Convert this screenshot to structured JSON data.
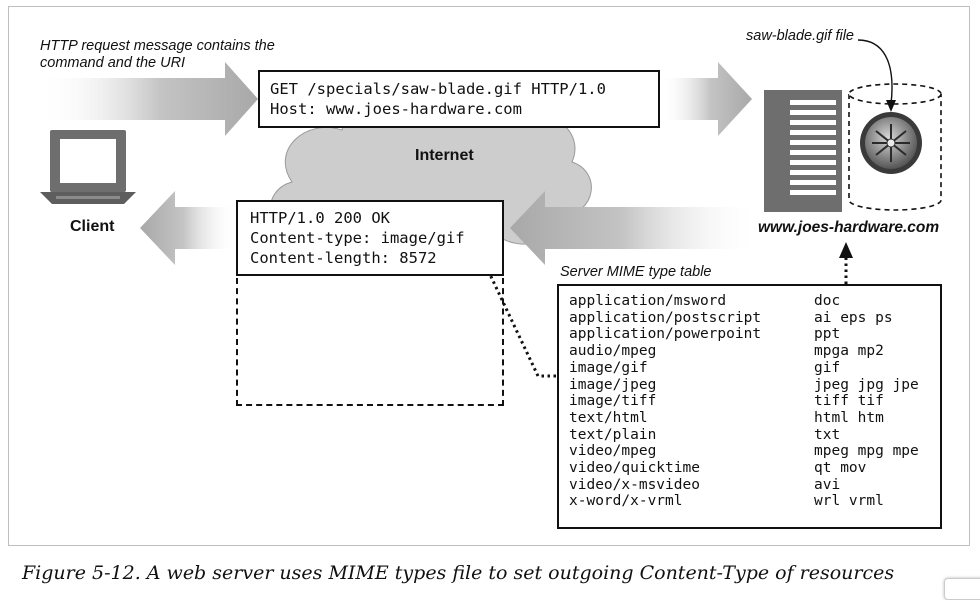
{
  "request": {
    "note": "HTTP request message contains the command and the URI",
    "lines": [
      "GET /specials/saw-blade.gif HTTP/1.0",
      "Host: www.joes-hardware.com"
    ]
  },
  "response": {
    "lines": [
      "HTTP/1.0 200 OK",
      "Content-type: image/gif",
      "Content-length: 8572"
    ]
  },
  "labels": {
    "client": "Client",
    "internet": "Internet",
    "server": "www.joes-hardware.com",
    "file": "saw-blade.gif file",
    "mime_table_title": "Server MIME type table"
  },
  "mime_table": [
    {
      "type": "application/msword",
      "ext": "doc"
    },
    {
      "type": "application/postscript",
      "ext": "ai eps ps"
    },
    {
      "type": "application/powerpoint",
      "ext": "ppt"
    },
    {
      "type": "audio/mpeg",
      "ext": "mpga mp2"
    },
    {
      "type": "image/gif",
      "ext": "gif"
    },
    {
      "type": "image/jpeg",
      "ext": "jpeg jpg jpe"
    },
    {
      "type": "image/tiff",
      "ext": "tiff tif"
    },
    {
      "type": "text/html",
      "ext": "html htm"
    },
    {
      "type": "text/plain",
      "ext": "txt"
    },
    {
      "type": "video/mpeg",
      "ext": "mpeg mpg mpe"
    },
    {
      "type": "video/quicktime",
      "ext": "qt mov"
    },
    {
      "type": "video/x-msvideo",
      "ext": "avi"
    },
    {
      "type": "x-word/x-vrml",
      "ext": "wrl vrml"
    }
  ],
  "caption": "Figure 5-12. A web server uses MIME types file to set outgoing Content-Type of resources",
  "colors": {
    "arrow": "#b8b8b8",
    "cloud": "#cfcfcf",
    "server": "#6e6e6e",
    "ink": "#111111"
  },
  "icons": [
    "computer-icon",
    "server-icon",
    "database-cylinder-icon",
    "saw-blade-icon",
    "cloud-icon"
  ]
}
